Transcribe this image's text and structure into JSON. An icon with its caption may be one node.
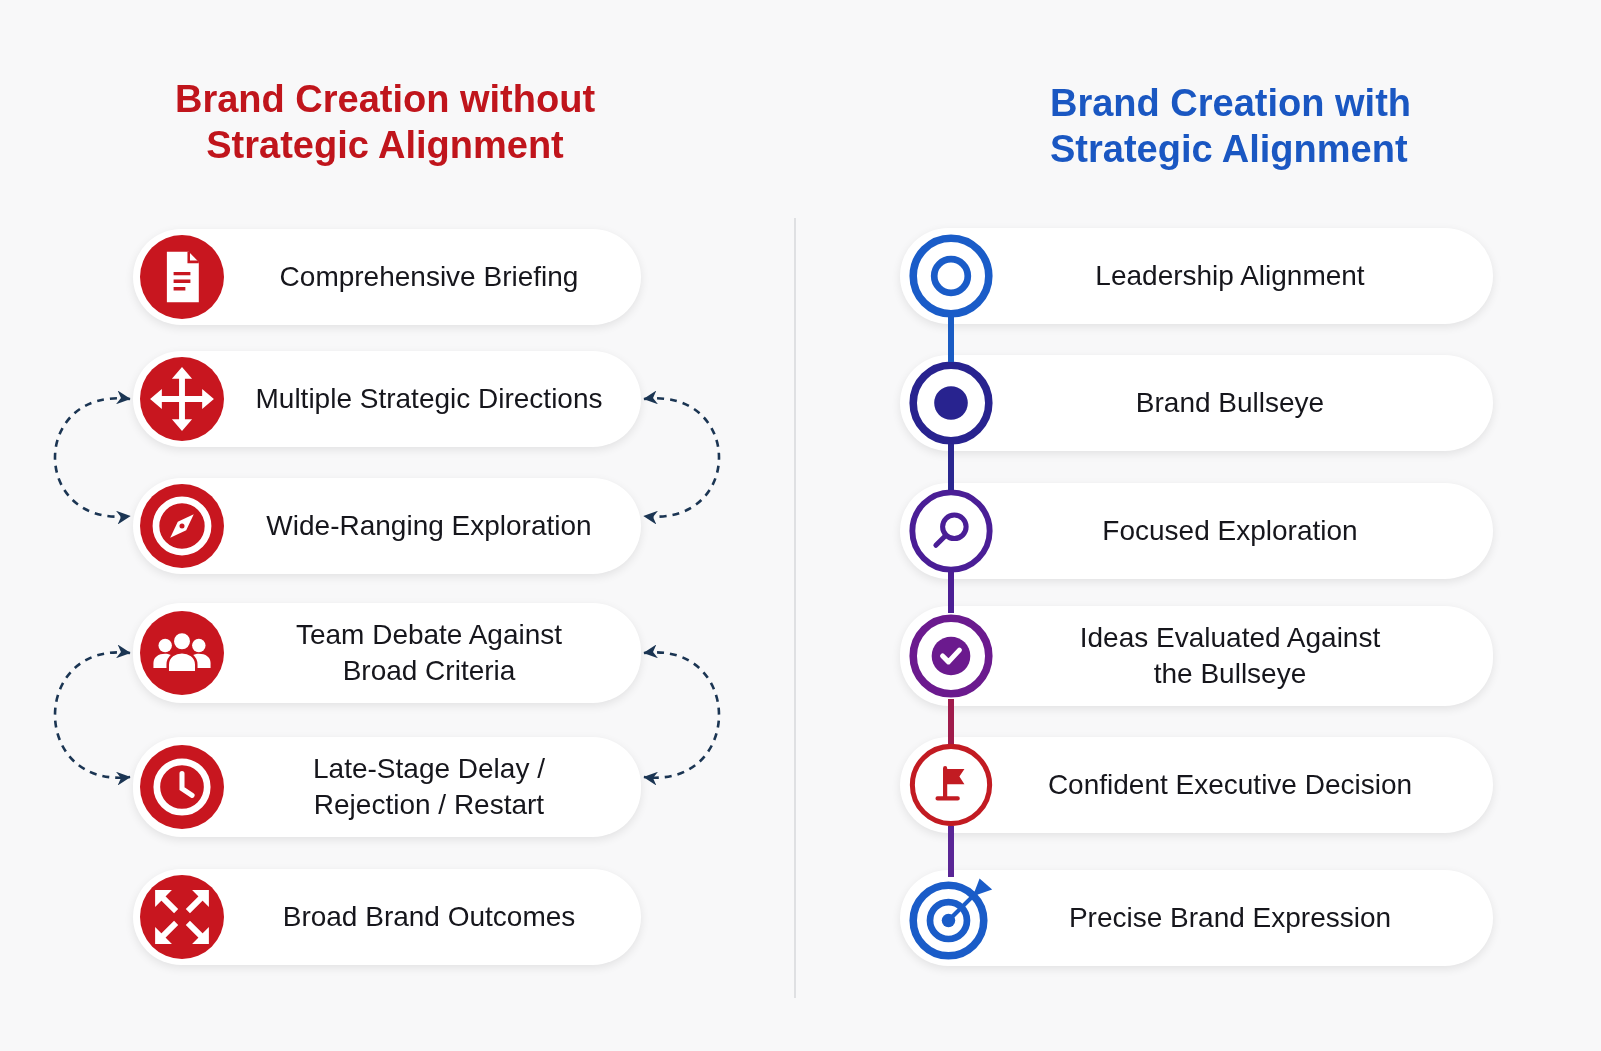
{
  "diagram": {
    "nodes": [
      {
        "text": [
          "Comprehensive Briefing"
        ]
      },
      {
        "text": [
          "Multiple Strategic Directions"
        ]
      },
      {
        "text": [
          "Wide-Ranging Exploration"
        ]
      },
      {
        "text": [
          "Team Debate Against Broad Criteria"
        ]
      },
      {
        "text": [
          "Late-Stage Delay / Rejection / Restart"
        ]
      },
      {
        "text": [
          "Broad Brand Outcomes"
        ]
      },
      {
        "text": [
          "Leadership Alignment"
        ]
      },
      {
        "text": [
          "Brand Bullseye"
        ]
      },
      {
        "text": [
          "Focused Exploration"
        ]
      },
      {
        "text": [
          "Ideas Evaluated Against the Bullseye"
        ]
      },
      {
        "text": [
          "Confident Executive Decision"
        ]
      },
      {
        "text": [
          "Precise Brand Expression"
        ]
      }
    ],
    "edges": [
      {
        "from": 1,
        "to": 2,
        "arrow": "both",
        "style": "dashed",
        "color": "#1b3553"
      },
      {
        "from": 1,
        "to": 2,
        "arrow": "both",
        "style": "dashed",
        "color": "#1b3553"
      },
      {
        "from": 3,
        "to": 4,
        "arrow": "both",
        "style": "dashed",
        "color": "#1b3553"
      },
      {
        "from": 3,
        "to": 4,
        "arrow": "both",
        "style": "dashed",
        "color": "#1b3553"
      },
      {
        "from": 6,
        "to": 7,
        "arrow": "none",
        "color": "#1a5cc4"
      },
      {
        "from": 7,
        "to": 8,
        "arrow": "none",
        "color": "#2a2790"
      },
      {
        "from": 8,
        "to": 9,
        "arrow": "none",
        "color": "#4c1f95"
      },
      {
        "from": 9,
        "to": 10,
        "arrow": "none",
        "color": "#a01c4c"
      },
      {
        "from": 10,
        "to": 11,
        "arrow": "none",
        "color": "#5a2696"
      }
    ],
    "labels": [
      "Brand Creation without Strategic Alignment",
      "Brand Creation with Strategic Alignment"
    ]
  }
}
